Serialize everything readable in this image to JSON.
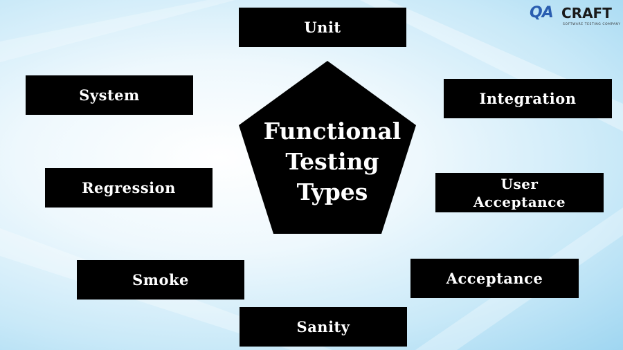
{
  "title": "Functional\nTesting\nTypes",
  "types": {
    "unit": "Unit",
    "system": "System",
    "integration": "Integration",
    "regression": "Regression",
    "user_acceptance": "User\nAcceptance",
    "smoke": "Smoke",
    "acceptance": "Acceptance",
    "sanity": "Sanity"
  },
  "logo": {
    "qa": "QA",
    "craft": "CRAFT",
    "tagline": "SOFTWARE TESTING COMPANY"
  },
  "colors": {
    "box_fill": "#000000",
    "box_text": "#ffffff",
    "logo_blue": "#2a5db0",
    "background_light": "#eef8fd",
    "background_blue": "#9fd6f1"
  }
}
